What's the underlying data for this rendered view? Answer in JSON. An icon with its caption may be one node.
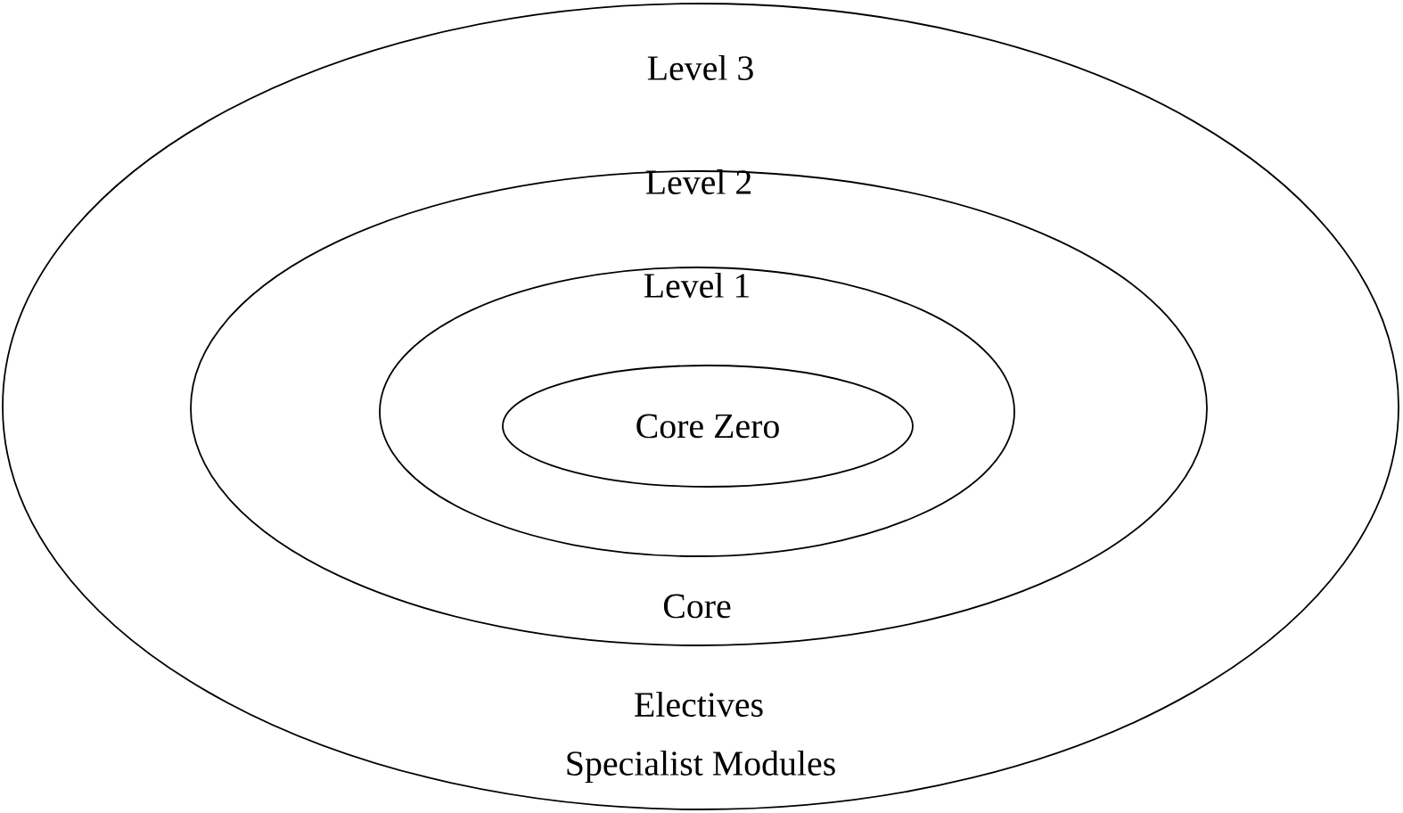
{
  "diagram": {
    "nodes": [
      {
        "text": [
          "Level 3",
          "Specialist Modules"
        ]
      },
      {
        "text": [
          "Level 2",
          "Electives"
        ],
        "in": 0
      },
      {
        "text": [
          "Level 1",
          "Core"
        ],
        "in": 1
      },
      {
        "text": [
          "Core Zero"
        ],
        "in": 2
      }
    ]
  }
}
